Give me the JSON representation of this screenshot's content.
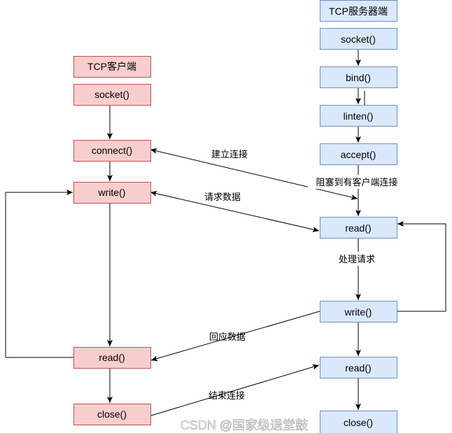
{
  "client": {
    "title": "TCP客户端",
    "socket": "socket()",
    "connect": "connect()",
    "write": "write()",
    "read": "read()",
    "close": "close()"
  },
  "server": {
    "title": "TCP服务器端",
    "socket": "socket()",
    "bind": "bind()",
    "listen": "linten()",
    "accept": "accept()",
    "read": "read()",
    "write": "write()",
    "read2": "read()",
    "close": "close()"
  },
  "labels": {
    "establish": "建立连接",
    "blocking": "阻塞到有客户端连接",
    "request": "请求数据",
    "process": "处理请求",
    "response": "回应数据",
    "end": "结束连接"
  },
  "watermark": "CSDN @国家级退堂鼓",
  "colors": {
    "client_fill": "#f8cecc",
    "client_stroke": "#b85450",
    "server_fill": "#dae8fc",
    "server_stroke": "#6c8ebf"
  }
}
